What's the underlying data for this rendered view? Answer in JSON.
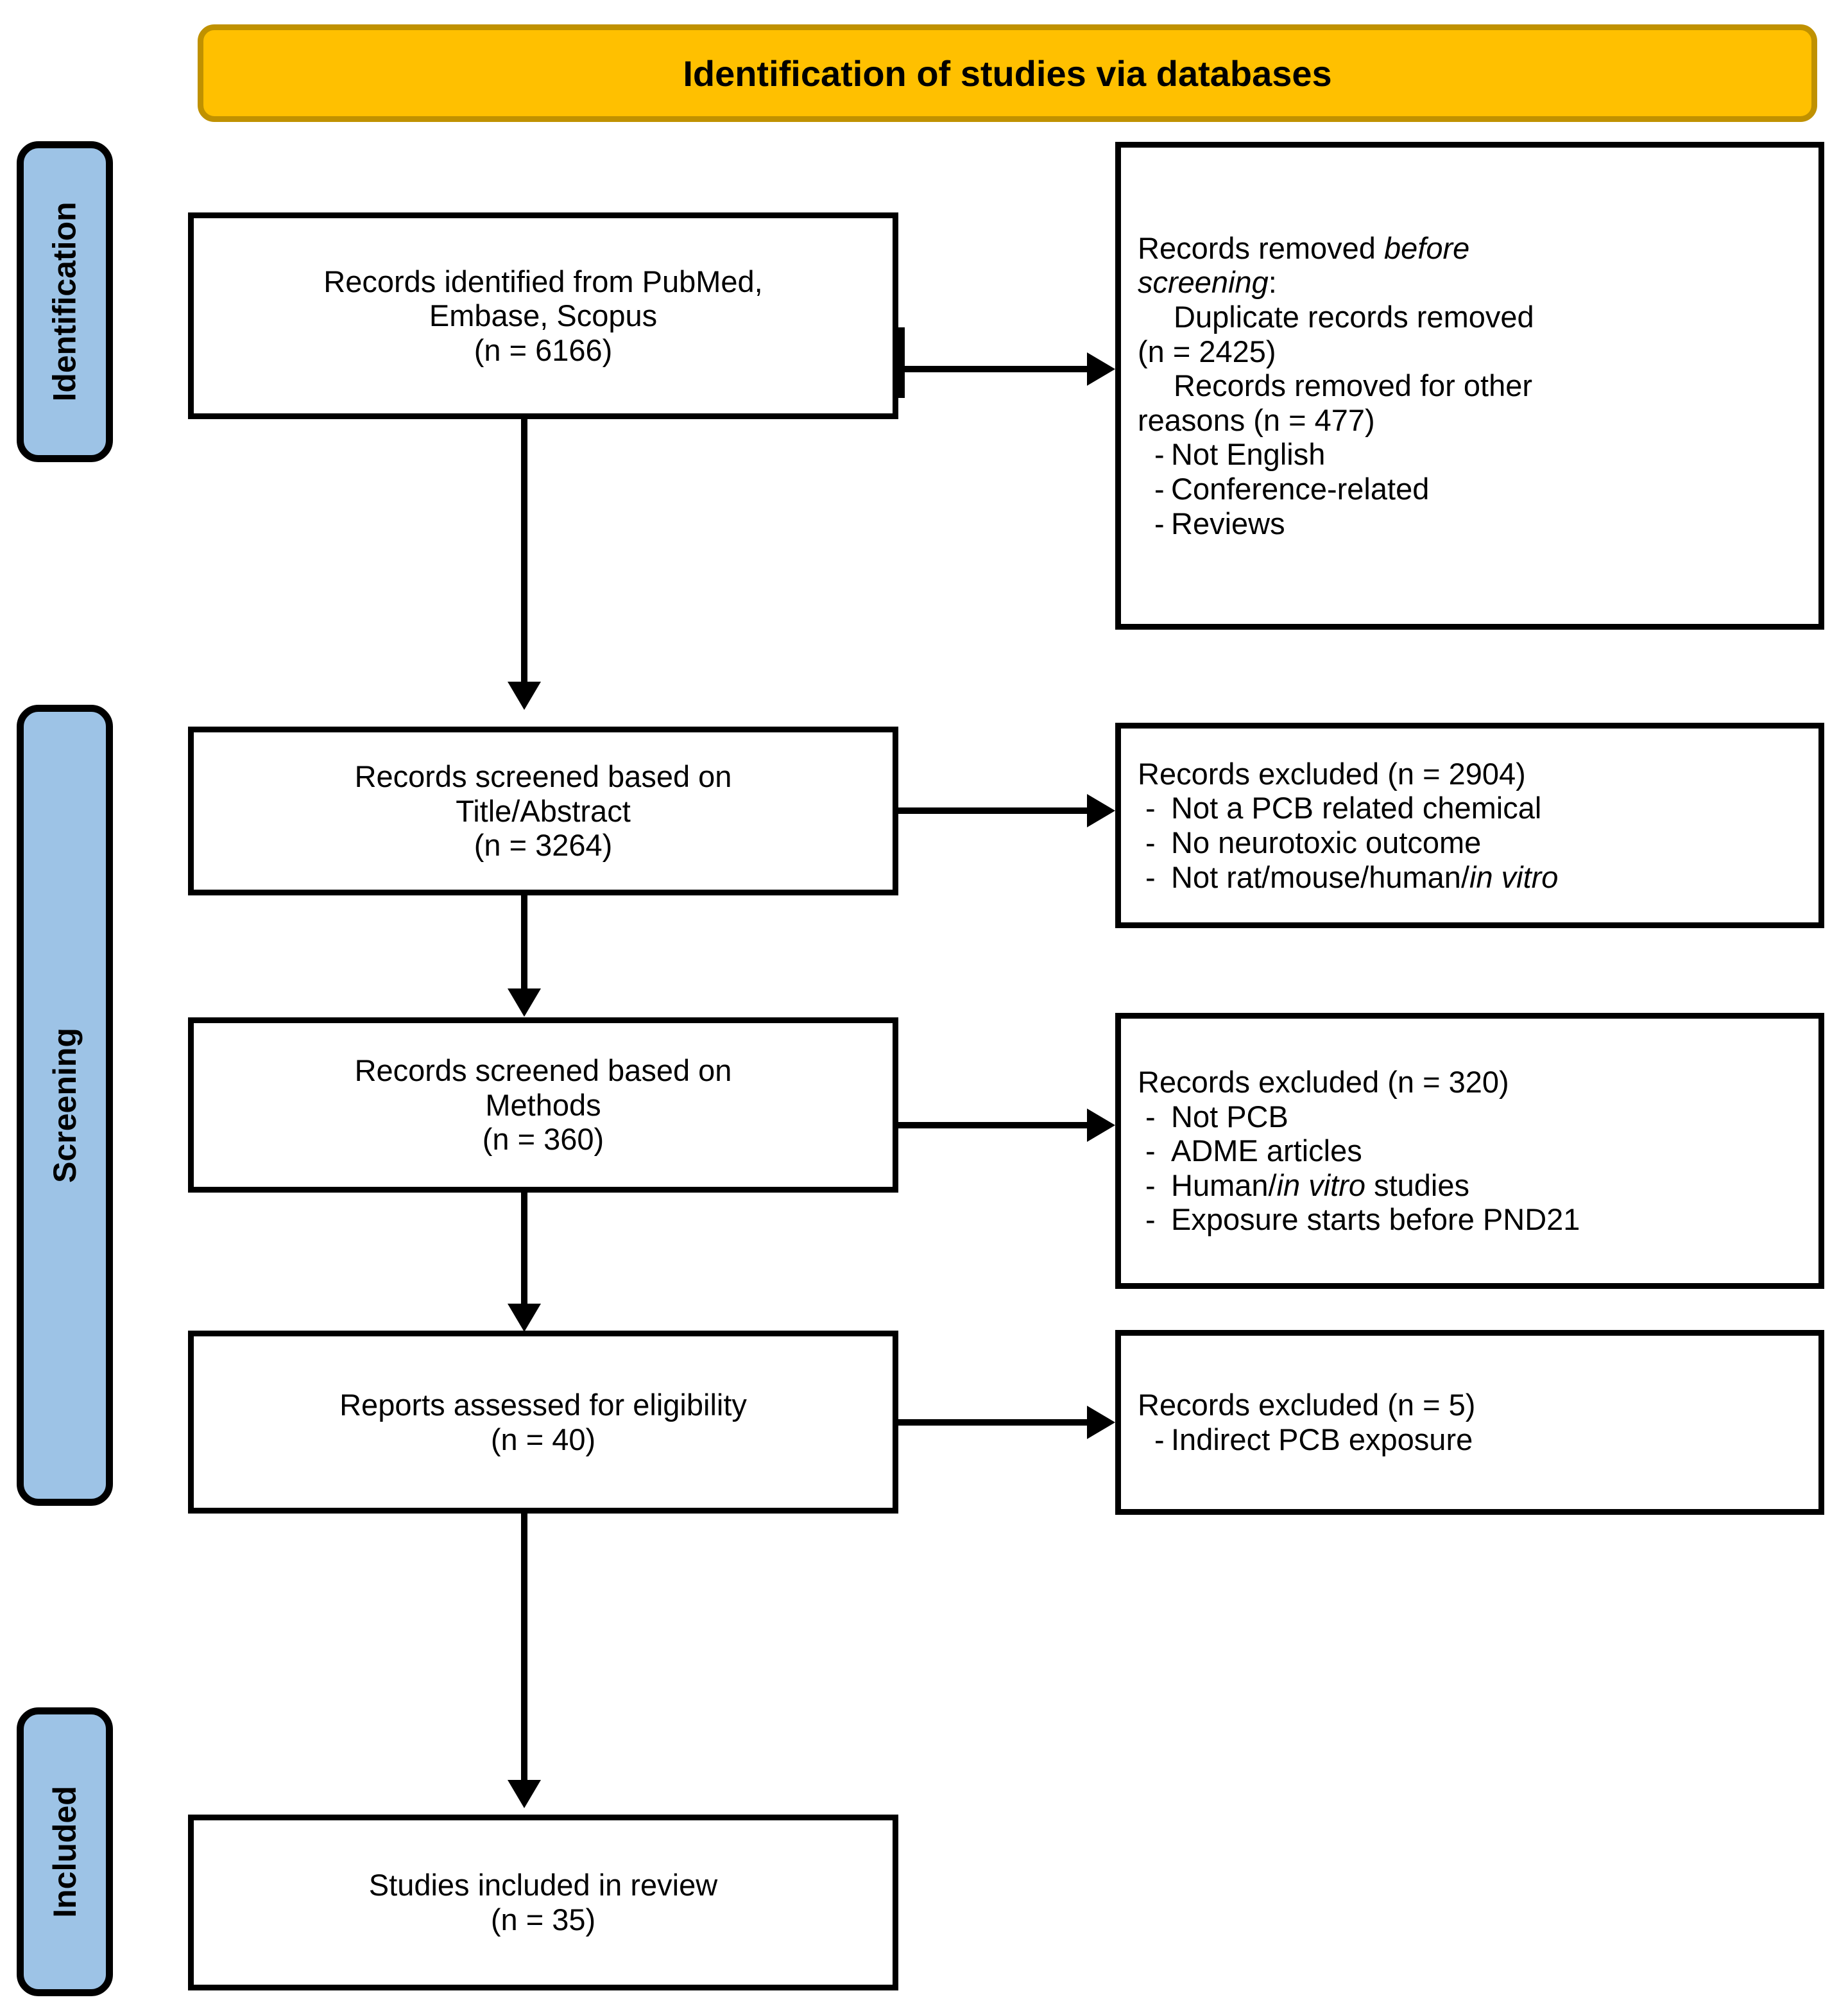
{
  "banner": {
    "title": "Identification of studies via databases",
    "fill": "#FFC000",
    "border": "#C09100"
  },
  "phases": {
    "fill": "#9DC3E6",
    "items": [
      {
        "key": "identification",
        "label": "Identification"
      },
      {
        "key": "screening",
        "label": "Screening"
      },
      {
        "key": "included",
        "label": "Included"
      }
    ]
  },
  "boxes": {
    "identified": {
      "line1": "Records identified from PubMed,",
      "line2": "Embase, Scopus",
      "line3": "(n = 6166)"
    },
    "removed_before_screening": {
      "heading_plain": "Records removed ",
      "heading_italic": "before",
      "heading_italic2": "screening",
      "heading_colon": ":",
      "dup_label": "Duplicate records removed",
      "dup_count": "(n = 2425)",
      "other_label": "Records removed for other",
      "other_count": "reasons (n = 477)",
      "bullets": [
        "Not English",
        "Conference-related",
        "Reviews"
      ],
      "dash": "-"
    },
    "screened_title_abstract": {
      "line1": "Records screened based on",
      "line2": "Title/Abstract",
      "line3": "(n = 3264)"
    },
    "excluded_2904": {
      "heading": "Records excluded (n = 2904)",
      "dash": "-",
      "bullets": [
        {
          "pre": "Not a PCB related chemical",
          "ital": "",
          "post": ""
        },
        {
          "pre": "No neurotoxic outcome",
          "ital": "",
          "post": ""
        },
        {
          "pre": "Not rat/mouse/human/",
          "ital": "in vitro",
          "post": ""
        }
      ]
    },
    "screened_methods": {
      "line1": "Records screened based on",
      "line2": "Methods",
      "line3": "(n = 360)"
    },
    "excluded_320": {
      "heading": "Records excluded (n = 320)",
      "dash": "-",
      "bullets": [
        {
          "pre": "Not PCB",
          "ital": "",
          "post": ""
        },
        {
          "pre": "ADME articles",
          "ital": "",
          "post": ""
        },
        {
          "pre": "Human/",
          "ital": "in vitro",
          "post": " studies"
        },
        {
          "pre": "Exposure starts before PND21",
          "ital": "",
          "post": ""
        }
      ]
    },
    "reports_eligibility": {
      "line1": "Reports assessed for eligibility",
      "line2": "(n = 40)"
    },
    "excluded_5": {
      "heading": "Records excluded (n = 5)",
      "dash": "-",
      "bullets": [
        {
          "pre": "Indirect PCB exposure",
          "ital": "",
          "post": ""
        }
      ]
    },
    "studies_included": {
      "line1": "Studies included in review",
      "line2": "(n = 35)"
    }
  }
}
